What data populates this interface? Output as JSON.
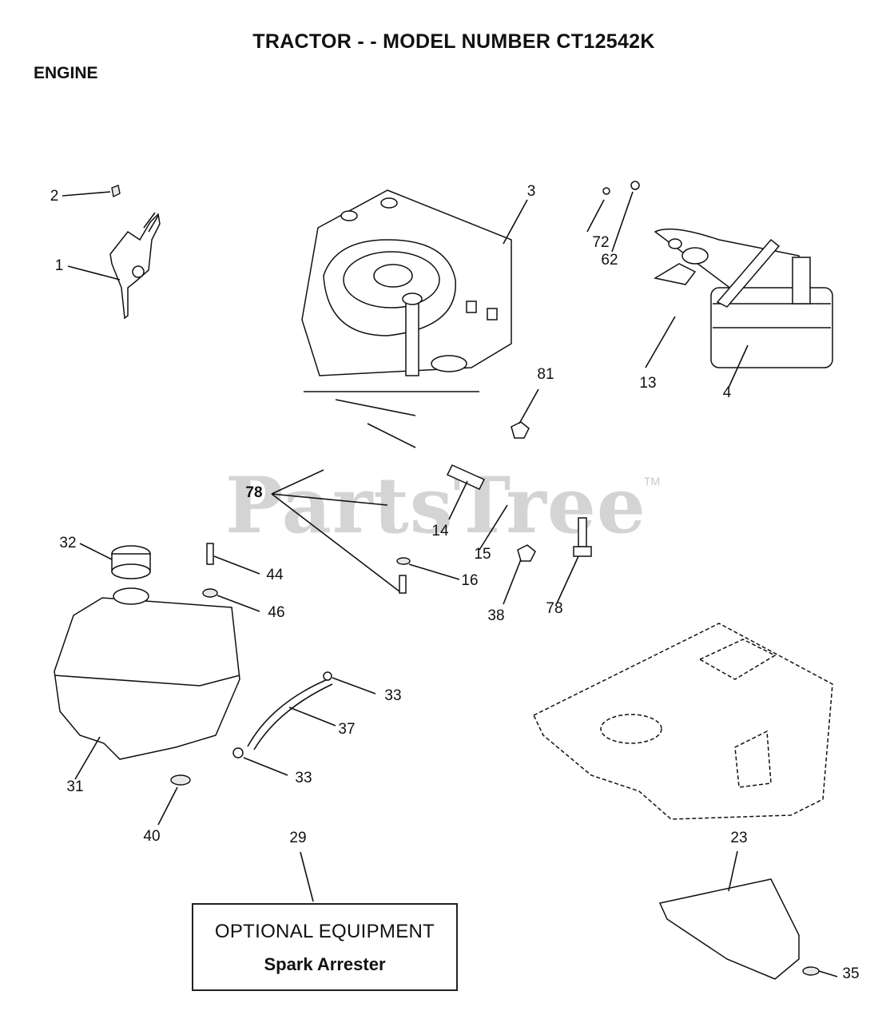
{
  "header": {
    "title": "TRACTOR - - MODEL NUMBER CT12542K",
    "section": "ENGINE"
  },
  "watermark": {
    "text": "PartsTree",
    "trademark": "TM"
  },
  "callouts": {
    "c1": "1",
    "c2": "2",
    "c3": "3",
    "c4": "4",
    "c13": "13",
    "c14": "14",
    "c15": "15",
    "c16": "16",
    "c23": "23",
    "c29": "29",
    "c31": "31",
    "c32": "32",
    "c33a": "33",
    "c33b": "33",
    "c35": "35",
    "c37": "37",
    "c38": "38",
    "c40": "40",
    "c44": "44",
    "c46": "46",
    "c62": "62",
    "c72": "72",
    "c78a": "78",
    "c78b": "78",
    "c81": "81"
  },
  "optional_box": {
    "title": "OPTIONAL EQUIPMENT",
    "subtitle": "Spark Arrester"
  }
}
